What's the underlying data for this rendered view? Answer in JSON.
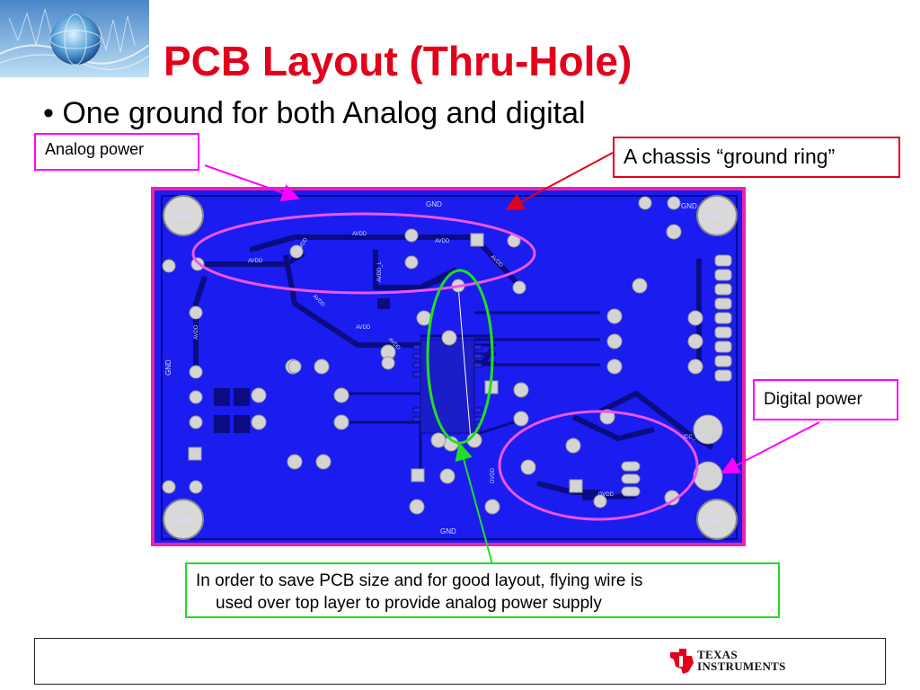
{
  "slide": {
    "title": "PCB Layout (Thru-Hole)",
    "bullet": "• One ground for both Analog and digital"
  },
  "callouts": {
    "analog_power": "Analog power",
    "chassis_ring": "A chassis “ground ring”",
    "digital_power": "Digital power",
    "flying_wire_line1": "In order to save PCB size and for good layout, flying wire is",
    "flying_wire_line2": "used over top layer to provide analog power supply"
  },
  "pcb": {
    "gnd": "GND",
    "avdd": "AVDD",
    "dvdd": "DVDD",
    "vcc_ext": "VCC_EXT",
    "avdd_l": "AVDD_L"
  },
  "footer": {
    "company_line1": "Texas",
    "company_line2": "Instruments"
  },
  "colors": {
    "title_red": "#e3001b",
    "board_blue": "#1a1cf0",
    "magenta": "#ff00ff",
    "green": "#22dd22"
  }
}
